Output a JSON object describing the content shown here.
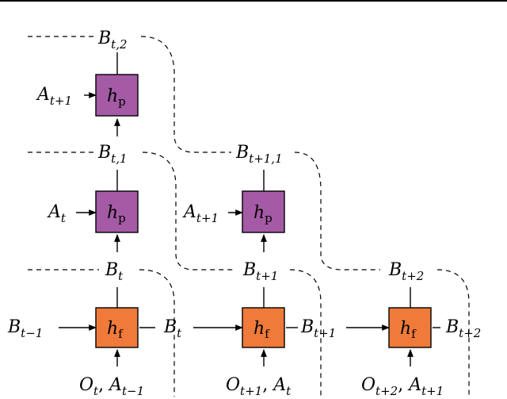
{
  "colors": {
    "predictor_box": "#a55aa5",
    "filter_box": "#f07a3a",
    "line": "#000000"
  },
  "boxes": {
    "hp_top": {
      "main": "h",
      "sub": "p"
    },
    "hp_mid": {
      "main": "h",
      "sub": "p"
    },
    "hp_mid2": {
      "main": "h",
      "sub": "p"
    },
    "hf_1": {
      "main": "h",
      "sub": "f"
    },
    "hf_2": {
      "main": "h",
      "sub": "f"
    },
    "hf_3": {
      "main": "h",
      "sub": "f"
    }
  },
  "labels": {
    "B_t2": {
      "main": "B",
      "sub": "t,2"
    },
    "B_t1": {
      "main": "B",
      "sub": "t,1"
    },
    "B_t": {
      "main": "B",
      "sub": "t"
    },
    "B_t1_1": {
      "main": "B",
      "sub": "t+1,1"
    },
    "B_tp1_top": {
      "main": "B",
      "sub": "t+1"
    },
    "B_tp2_top": {
      "main": "B",
      "sub": "t+2"
    },
    "A_tp1_top": {
      "main": "A",
      "sub": "t+1"
    },
    "A_t_mid": {
      "main": "A",
      "sub": "t"
    },
    "A_tp1_mid": {
      "main": "A",
      "sub": "t+1"
    },
    "B_tm1": {
      "main": "B",
      "sub": "t−1"
    },
    "B_t_out": {
      "main": "B",
      "sub": "t"
    },
    "B_tp1_out": {
      "main": "B",
      "sub": "t+1"
    },
    "B_tp2_out": {
      "main": "B",
      "sub": "t+2"
    },
    "obs1": {
      "o": "O",
      "osub": "t",
      "sep": ", ",
      "a": "A",
      "asub": "t−1"
    },
    "obs2": {
      "o": "O",
      "osub": "t+1",
      "sep": ", ",
      "a": "A",
      "asub": "t"
    },
    "obs3": {
      "o": "O",
      "osub": "t+2",
      "sep": ", ",
      "a": "A",
      "asub": "t+1"
    }
  }
}
